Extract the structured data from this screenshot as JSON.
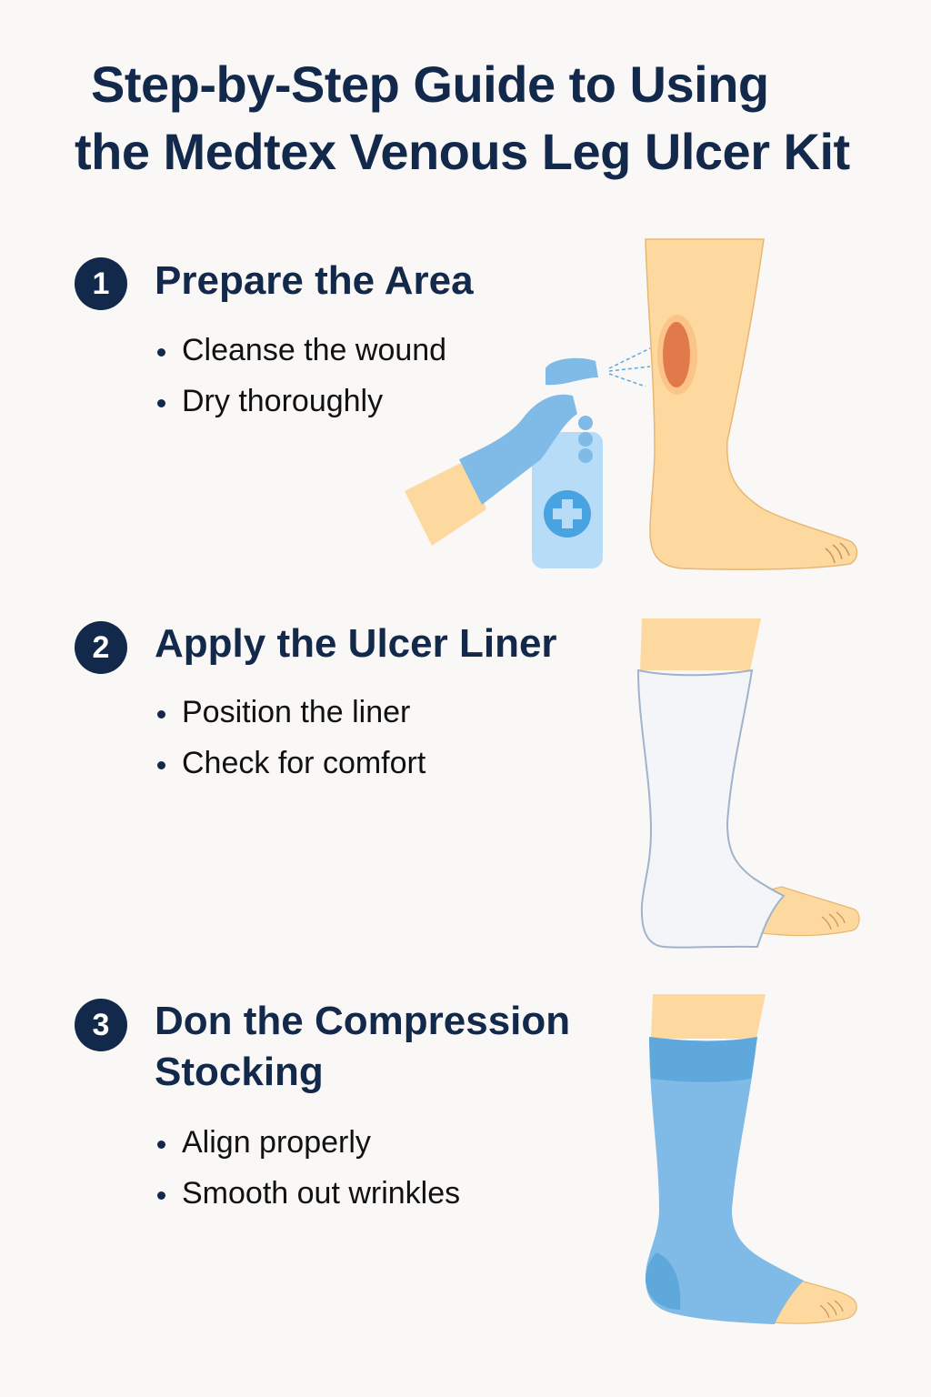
{
  "title": {
    "line1": "Step-by-Step Guide to Using",
    "line2": "the Medtex Venous Leg Ulcer Kit"
  },
  "steps": [
    {
      "number": "1",
      "title": "Prepare the Area",
      "bullets": [
        "Cleanse the wound",
        "Dry thoroughly"
      ],
      "illustration": "gloved-hand-spraying-cleanser-on-leg-ulcer"
    },
    {
      "number": "2",
      "title": "Apply the Ulcer Liner",
      "bullets": [
        "Position the liner",
        "Check for comfort"
      ],
      "illustration": "leg-with-white-liner"
    },
    {
      "number": "3",
      "title": "Don the Compression Stocking",
      "title_line1": "Don the Compression",
      "title_line2": "Stocking",
      "bullets": [
        "Align properly",
        "Smooth out wrinkles"
      ],
      "illustration": "leg-with-blue-compression-stocking"
    }
  ],
  "colors": {
    "background": "#faf8f6",
    "navy": "#13294b",
    "skin": "#fdd9a0",
    "glove_blue": "#7fbbe6",
    "bottle_blue": "#b6dcf7",
    "stocking_blue": "#7fbbe6",
    "stocking_dark": "#5fa8dc",
    "liner": "#f3f5f8",
    "liner_outline": "#9fb3cc",
    "wound": "#e07a4a"
  }
}
